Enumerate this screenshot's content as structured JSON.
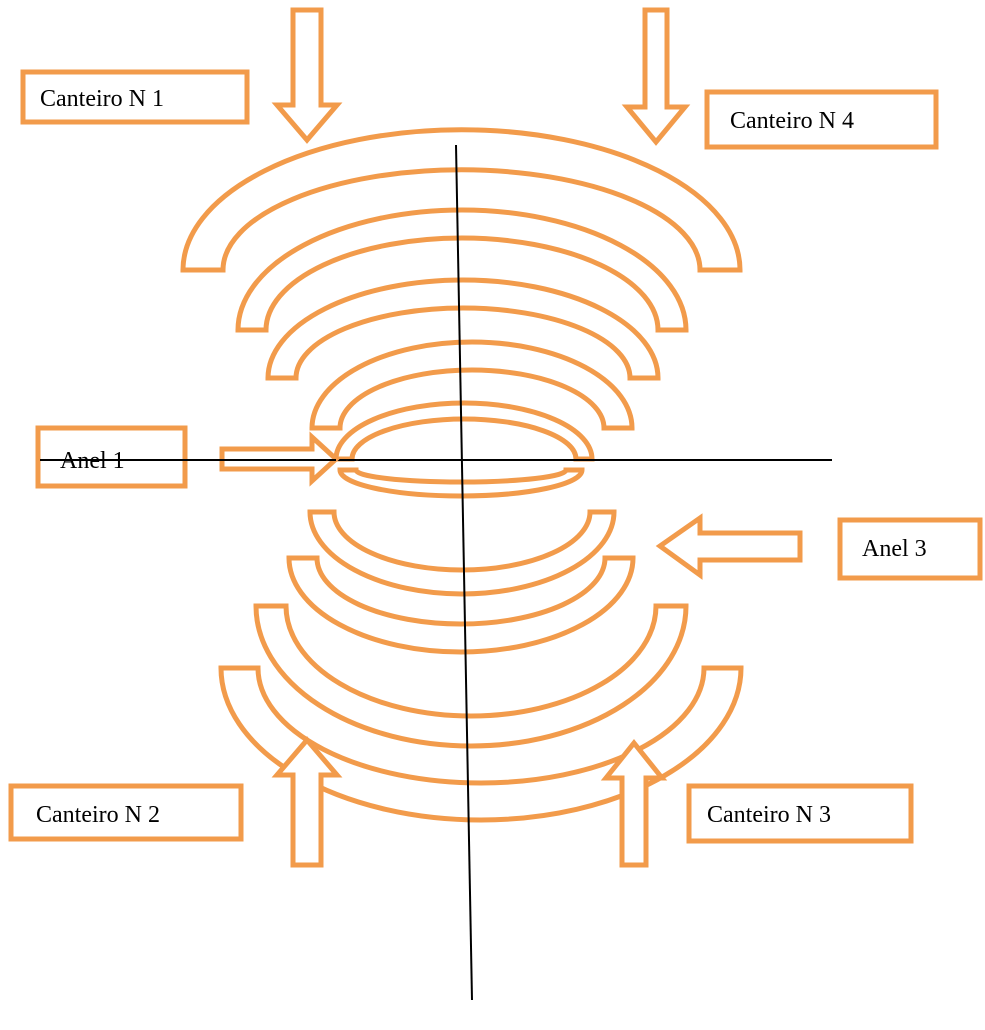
{
  "labels": {
    "canteiro1": "Canteiro N 1",
    "canteiro2": "Canteiro N 2",
    "canteiro3": "Canteiro N 3",
    "canteiro4": "Canteiro N 4",
    "anel1": "Anel 1",
    "anel3": "Anel 3"
  },
  "colors": {
    "shape_stroke": "#f29b4b",
    "line": "#000000",
    "background": "#ffffff"
  }
}
